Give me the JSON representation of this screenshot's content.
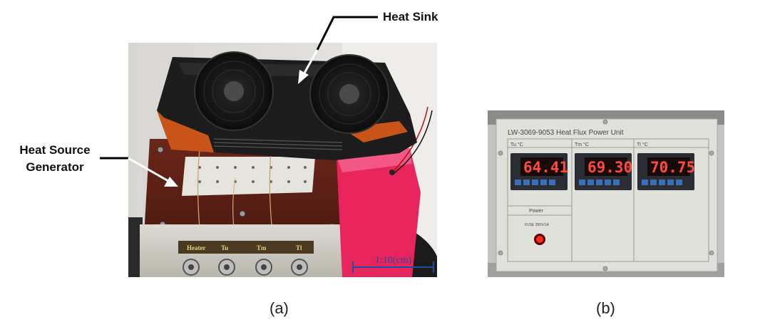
{
  "callouts": {
    "heat_sink": "Heat Sink",
    "heat_source_line1": "Heat Source",
    "heat_source_line2": "Generator"
  },
  "subfigure_labels": {
    "a": "(a)",
    "b": "(b)"
  },
  "photo_a": {
    "scale_bar_text": "1:10(cm)",
    "terminal_labels": [
      "Heater",
      "Tu",
      "Tm",
      "Tl"
    ]
  },
  "photo_b": {
    "panel_title": "LW-3069-9053  Heat Flux Power Unit",
    "channels": [
      {
        "label": "Tu  °C",
        "reading": "64.41"
      },
      {
        "label": "Tm  °C",
        "reading": "69.30"
      },
      {
        "label": "Tl  °C",
        "reading": "70.75"
      }
    ],
    "power_label": "Power",
    "fuse_label": "FUSE 250V/1A"
  },
  "colors": {
    "arrow": "#ffffff",
    "callout_line": "#000000",
    "lcd_digits": "#ff4a3d",
    "scale_bar": "#1f4e9c",
    "foam": "#e8245c"
  }
}
